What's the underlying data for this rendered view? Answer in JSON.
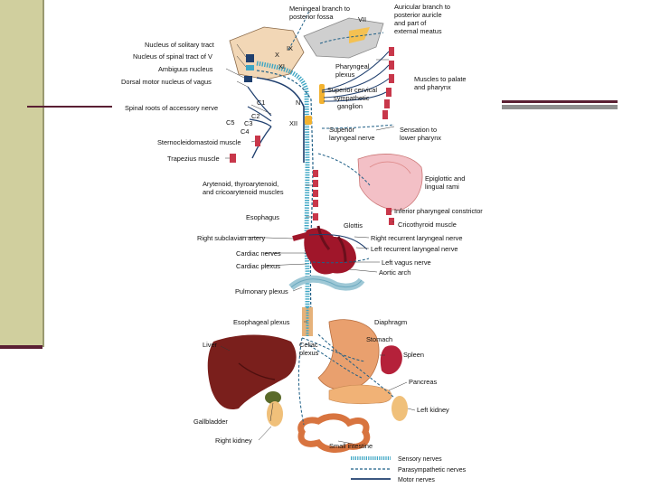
{
  "slide": {
    "colors": {
      "sidebar": "#d0cf9e",
      "rule": "#5a1f33",
      "rule_gray": "#8f8f8f"
    }
  },
  "diagram": {
    "labels": {
      "meningeal": [
        "Meningeal branch to",
        "posterior fossa"
      ],
      "vii": "VII",
      "auricular": [
        "Auricular branch to",
        "posterior auricle",
        "and part of",
        "external meatus"
      ],
      "solitary": "Nucleus of solitary tract",
      "spinal_v": "Nucleus of spinal tract of V",
      "ambiguus": "Ambiguus nucleus",
      "dorsal_motor": "Dorsal motor nucleus of vagus",
      "ix": "IX",
      "x": "X",
      "xi": "XI",
      "pharyngeal_plexus": [
        "Pharyngeal",
        "plexus"
      ],
      "palate": [
        "Muscles to palate",
        "and pharynx"
      ],
      "c1": "C1",
      "accessory_roots": "Spinal roots of accessory nerve",
      "n": "N",
      "cervical_ganglion": [
        "Superior cervical",
        "sympathetic",
        "ganglion"
      ],
      "c2": "C2",
      "c3": "C3",
      "c4": "C4",
      "c5": "C5",
      "xii": "XII",
      "superior_laryngeal": [
        "Superior",
        "laryngeal nerve"
      ],
      "sensation": [
        "Sensation to",
        "lower pharynx"
      ],
      "sternocleidomastoid": "Sternocleidomastoid muscle",
      "trapezius": "Trapezius muscle",
      "epiglottic": [
        "Epiglottic and",
        "lingual rami"
      ],
      "arytenoid": [
        "Arytenoid, thyroarytenoid,",
        "and cricoarytenoid muscles"
      ],
      "inferior_constrictor": "Inferior pharyngeal constrictor",
      "esophagus": "Esophagus",
      "cricothyroid": "Cricothyroid muscle",
      "glottis": "Glottis",
      "right_subclavian": "Right subclavian artery",
      "right_recurrent": "Right recurrent laryngeal nerve",
      "left_recurrent": "Left recurrent laryngeal nerve",
      "cardiac_nerves": "Cardiac nerves",
      "cardiac_plexus": "Cardiac plexus",
      "left_vagus": "Left vagus nerve",
      "aortic_arch": "Aortic arch",
      "pulmonary_plexus": "Pulmonary plexus",
      "esophageal_plexus": "Esophageal plexus",
      "diaphragm": "Diaphragm",
      "liver": "Liver",
      "celiac": [
        "Celiac",
        "plexus"
      ],
      "stomach": "Stomach",
      "spleen": "Spleen",
      "pancreas": "Pancreas",
      "gallbladder": "Gallbladder",
      "left_kidney": "Left kidney",
      "right_kidney": "Right kidney",
      "small_intestine": "Small intestine"
    },
    "legend": {
      "sensory": "Sensory nerves",
      "parasympathetic": "Parasympathetic nerves",
      "motor": "Motor nerves"
    },
    "colors": {
      "sensory": "#3ea6c4",
      "parasympathetic": "#1f5f86",
      "motor": "#1f3f6e",
      "muscle": "#c8374a",
      "liver": "#7a1f1c",
      "organ": "#e9a06e",
      "heart": "#a0162a"
    }
  }
}
